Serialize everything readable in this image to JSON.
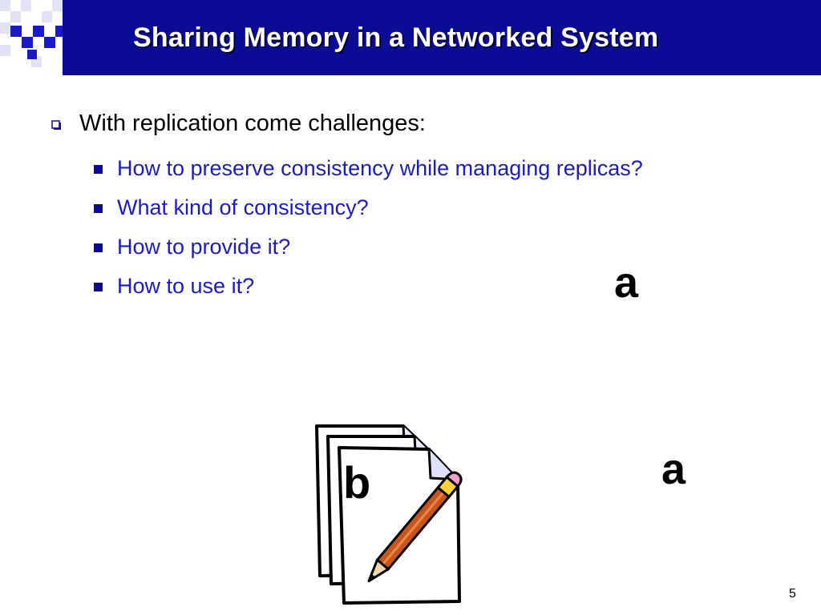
{
  "slide": {
    "title": "Sharing Memory in a Networked System",
    "page_number": "5"
  },
  "bullets": {
    "main": "With replication come challenges:",
    "sub": [
      "How to preserve consistency while managing replicas?",
      "What kind of consistency?",
      "How to provide it?",
      "How to use it?"
    ]
  },
  "figure": {
    "letter_a_top": "a",
    "letter_a_bottom": "a",
    "letter_b": "b"
  },
  "colors": {
    "title_bar": "#0b0b96",
    "sub_bullet_text": "#1a1acc",
    "pencil_body": "#c8561a"
  }
}
